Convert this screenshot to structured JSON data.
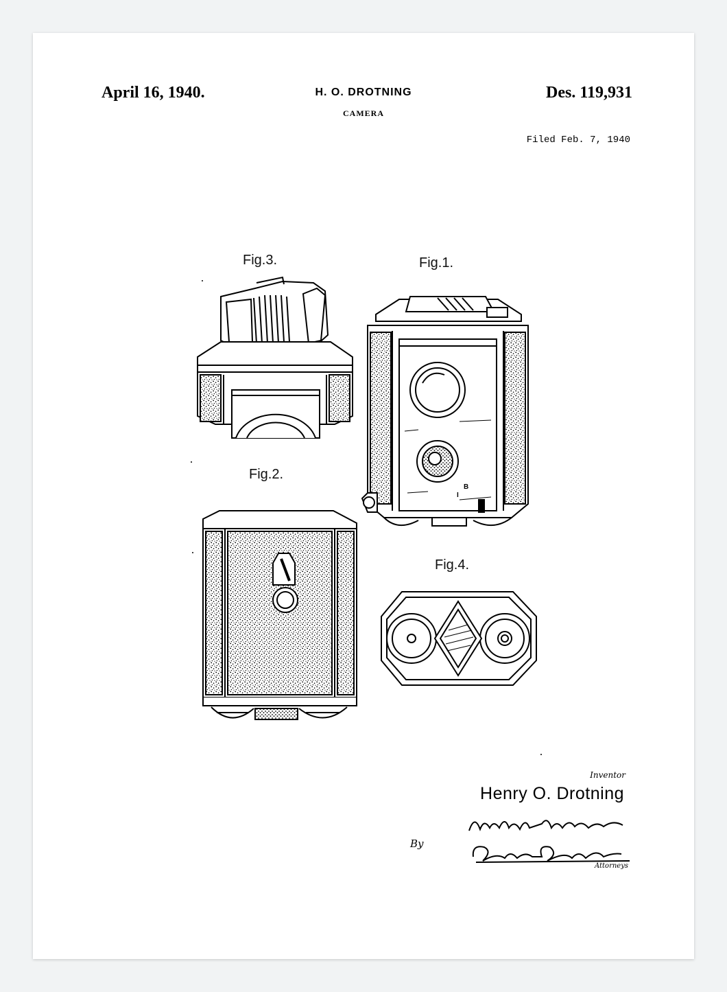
{
  "header": {
    "date": "April 16, 1940.",
    "inventor": "H. O. DROTNING",
    "title": "CAMERA",
    "design_number": "Des. 119,931",
    "filed": "Filed Feb. 7, 1940"
  },
  "figures": {
    "fig1": "Fig.1.",
    "fig2": "Fig.2.",
    "fig3": "Fig.3.",
    "fig4": "Fig.4."
  },
  "fig1_marks": {
    "upper": "B",
    "lower": "I"
  },
  "signature_block": {
    "inventor_label": "Inventor",
    "inventor_name": "Henry O. Drotning",
    "by": "By",
    "attorneys_label": "Attorneys",
    "attorney_signatures": [
      "Newton M. Perrins",
      "Donald H. Stewart"
    ]
  },
  "colors": {
    "ink": "#000000",
    "paper": "#ffffff",
    "mat": "#f1f3f4"
  }
}
